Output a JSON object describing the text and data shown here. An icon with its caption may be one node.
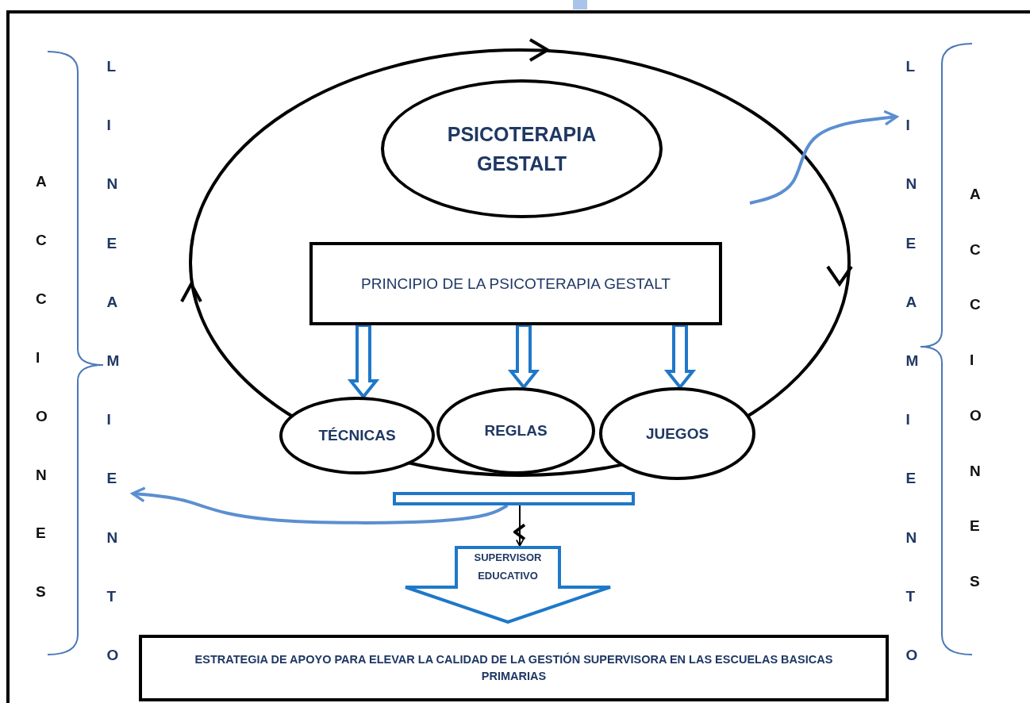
{
  "diagram": {
    "nodes": [
      {
        "text": [
          "PSICOTERAPIA GESTALT"
        ]
      },
      {
        "text": [
          "PRINCIPIO DE LA PSICOTERAPIA GESTALT"
        ]
      },
      {
        "text": [
          "TÉCNICAS"
        ]
      },
      {
        "text": [
          "REGLAS"
        ]
      },
      {
        "text": [
          "JUEGOS"
        ]
      },
      {
        "text": [],
        "shape": "bar"
      },
      {
        "text": [
          "SUPERVISOR EDUCATIVO"
        ]
      },
      {
        "text": [
          "ESTRATEGIA DE APOYO PARA ELEVAR LA CALIDAD DE LA GESTIÓN SUPERVISORA EN LAS ESCUELAS BASICAS PRIMARIAS"
        ]
      },
      {
        "text": [
          "LINEAMIENTO"
        ]
      },
      {
        "text": [
          "LINEAMIENTO"
        ]
      }
    ],
    "edges": [
      {
        "from": 1,
        "to": 2,
        "arrow": "to",
        "style": "thick"
      },
      {
        "from": 1,
        "to": 3,
        "arrow": "to",
        "style": "thick"
      },
      {
        "from": 1,
        "to": 4,
        "arrow": "to",
        "style": "thick"
      },
      {
        "from": 5,
        "to": 8,
        "arrow": "to",
        "color": "#5b8fd0"
      },
      {
        "from": null,
        "to": 9,
        "arrow": "to",
        "color": "#5b8fd0"
      },
      {
        "from": 5,
        "to": 6,
        "arrow": "to",
        "color": "#000000"
      }
    ],
    "labels": [
      "ACCIONES",
      "ACCIONES"
    ]
  }
}
